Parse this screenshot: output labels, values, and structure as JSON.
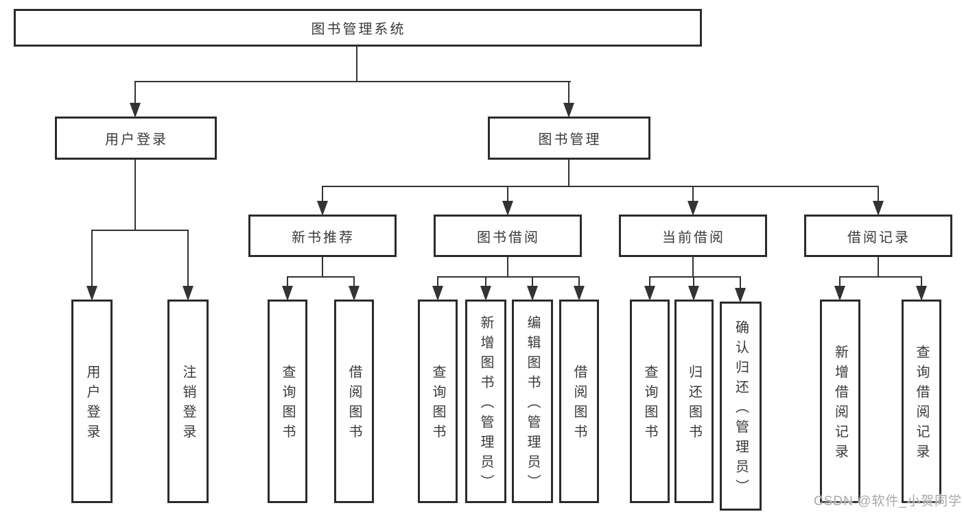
{
  "tree": {
    "label": "图书管理系统",
    "children": [
      {
        "label": "用户登录",
        "children": [
          {
            "label": "用户登录"
          },
          {
            "label": "注销登录"
          }
        ]
      },
      {
        "label": "图书管理",
        "children": [
          {
            "label": "新书推荐",
            "children": [
              {
                "label": "查询图书"
              },
              {
                "label": "借阅图书"
              }
            ]
          },
          {
            "label": "图书借阅",
            "children": [
              {
                "label": "查询图书"
              },
              {
                "label": "新增图书（管理员）"
              },
              {
                "label": "编辑图书（管理员）"
              },
              {
                "label": "借阅图书"
              }
            ]
          },
          {
            "label": "当前借阅",
            "children": [
              {
                "label": "查询图书"
              },
              {
                "label": "归还图书"
              },
              {
                "label": "确认归还（管理员）"
              }
            ]
          },
          {
            "label": "借阅记录",
            "children": [
              {
                "label": "新增借阅记录"
              },
              {
                "label": "查询借阅记录"
              }
            ]
          }
        ]
      }
    ]
  },
  "watermark": "CSDN @软件_小贺同学",
  "colors": {
    "line": "#333333",
    "box_border": "#2b2b2b",
    "text": "#3a3a3a",
    "background": "#ffffff",
    "watermark": "#a8a8a8"
  }
}
